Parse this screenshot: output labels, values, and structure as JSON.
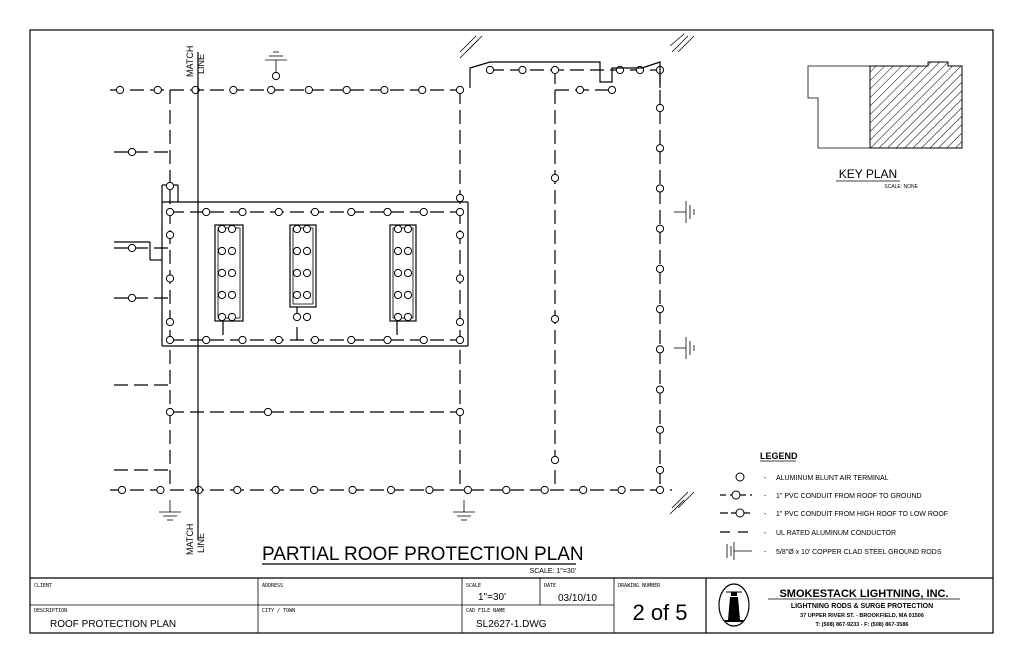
{
  "drawing": {
    "title": "PARTIAL ROOF PROTECTION PLAN",
    "scale_note": "SCALE: 1\"=30'",
    "match_line": [
      "MATCH",
      "LINE"
    ]
  },
  "key_plan": {
    "title": "KEY PLAN",
    "scale": "SCALE: NONE"
  },
  "legend": {
    "title": "LEGEND",
    "items": [
      {
        "symbol": "terminal",
        "text": "ALUMINUM BLUNT AIR TERMINAL"
      },
      {
        "symbol": "conduit-ground",
        "text": "1\" PVC CONDUIT FROM ROOF TO GROUND"
      },
      {
        "symbol": "conduit-high",
        "text": "1\" PVC CONDUIT FROM HIGH ROOF TO LOW ROOF"
      },
      {
        "symbol": "conductor",
        "text": "UL RATED ALUMINUM CONDUCTOR"
      },
      {
        "symbol": "ground-rod",
        "text": "5/8\"Ø x 10' COPPER CLAD STEEL GROUND RODS"
      }
    ],
    "dash": "-"
  },
  "title_block": {
    "client_label": "CLIENT",
    "client_value": "",
    "address_label": "ADDRESS",
    "address_value": "",
    "scale_label": "SCALE",
    "scale_value": "1\"=30'",
    "date_label": "DATE",
    "date_value": "03/10/10",
    "drawing_number_label": "DRAWING NUMBER",
    "drawing_number_value": "2 of 5",
    "description_label": "DESCRIPTION",
    "description_value": "ROOF PROTECTION PLAN",
    "city_label": "CITY / TOWN",
    "city_value": "",
    "cad_label": "CAD FILE NAME",
    "cad_value": "SL2627-1.DWG"
  },
  "company": {
    "name": "SMOKESTACK LIGHTNING, INC.",
    "tagline": "LIGHTNING RODS & SURGE PROTECTION",
    "address": "37 UPPER RIVER ST. - BROOKFIELD, MA 01506",
    "phone": "T: (508) 867-9233 - F: (508) 867-3586"
  }
}
